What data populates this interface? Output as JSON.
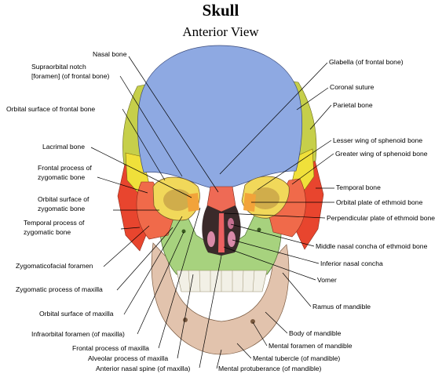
{
  "title": "Skull",
  "subtitle": "Anterior View",
  "colors": {
    "frontal": "#8ea9e2",
    "parietal": "#c6cf4a",
    "sphenoid_greater": "#f0e03a",
    "zygomatic": "#f06a4a",
    "temporal": "#e8452e",
    "maxilla": "#a7d27e",
    "nasal": "#ee6a55",
    "ethmoid": "#f2a33a",
    "mandible": "#e2c3ad",
    "teeth": "#f2f0e6",
    "vomer": "#eb6060",
    "concha": "#d98aa8"
  },
  "labels": {
    "nasal_bone": "Nasal bone",
    "supraorbital_notch_1": "Supraorbital notch",
    "supraorbital_notch_2": "[foramen] (of frontal bone)",
    "orbital_surface_frontal": "Orbital surface of frontal bone",
    "lacrimal_bone": "Lacrimal bone",
    "frontal_process_zygomatic_1": "Frontal process of",
    "frontal_process_zygomatic_2": "zygomatic bone",
    "orbital_surface_zygomatic_1": "Orbital surface of",
    "orbital_surface_zygomatic_2": "zygomatic bone",
    "temporal_process_zygomatic_1": "Temporal process of",
    "temporal_process_zygomatic_2": "zygomatic bone",
    "zygomaticofacial_foramen": "Zygomaticofacial foramen",
    "zygomatic_process_maxilla": "Zygomatic process of maxilla",
    "orbital_surface_maxilla": "Orbital surface of maxilla",
    "infraorbital_foramen": "Infraorbital foramen (of maxilla)",
    "frontal_process_maxilla": "Frontal process of maxilla",
    "alveolar_process_maxilla": "Alveolar process of maxilla",
    "anterior_nasal_spine": "Anterior nasal spine (of maxilla)",
    "glabella": "Glabella (of frontal bone)",
    "coronal_suture": "Coronal suture",
    "parietal_bone": "Parietal bone",
    "lesser_wing_sphenoid": "Lesser wing of sphenoid bone",
    "greater_wing_sphenoid": "Greater wing of sphenoid bone",
    "temporal_bone": "Temporal bone",
    "orbital_plate_ethmoid": "Orbital plate of ethmoid bone",
    "perpendicular_plate_ethmoid": "Perpendicular plate of ethmoid bone",
    "middle_nasal_concha": "Middle nasal concha of ethmoid bone",
    "inferior_nasal_concha": "Inferior nasal concha",
    "vomer": "Vomer",
    "ramus_mandible": "Ramus of mandible",
    "body_mandible": "Body of mandible",
    "mental_foramen": "Mental foramen of mandible",
    "mental_tubercle": "Mental tubercle (of mandible)",
    "mental_protuberance": "Mental protuberance (of mandible)"
  }
}
